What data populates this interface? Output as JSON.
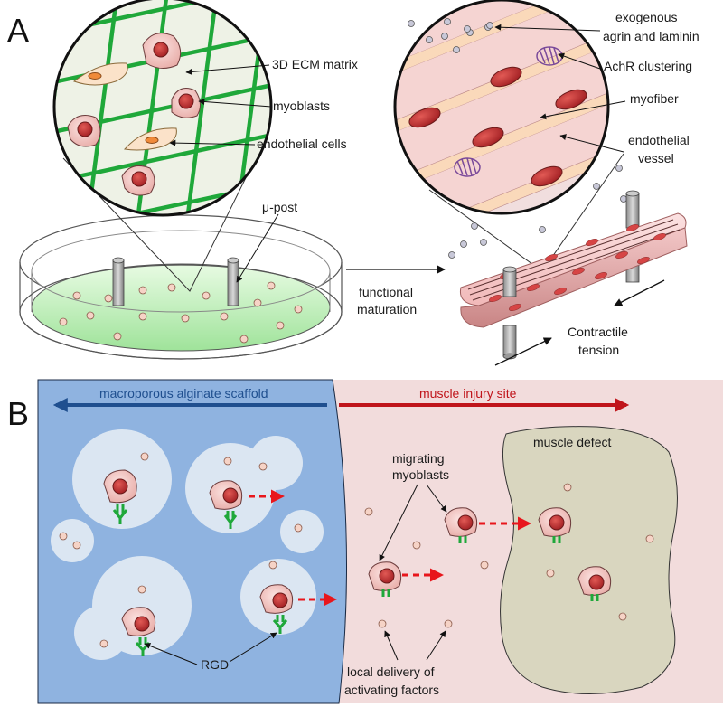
{
  "panel_a": {
    "letter": "A",
    "labels": {
      "ecm": "3D ECM matrix",
      "myoblasts": "myoblasts",
      "endothelial": "endothelial cells",
      "post": "μ-post",
      "agrin_1": "exogenous",
      "agrin_2": "agrin and laminin",
      "achr": "AchR clustering",
      "myofiber": "myofiber",
      "vessel_1": "endothelial",
      "vessel_2": "vessel",
      "maturation_1": "functional",
      "maturation_2": "maturation",
      "tension_1": "Contractile",
      "tension_2": "tension"
    }
  },
  "panel_b": {
    "letter": "B",
    "labels": {
      "scaffold": "macroporous alginate scaffold",
      "injury": "muscle injury site",
      "defect": "muscle defect",
      "migrating_1": "migrating",
      "migrating_2": "myoblasts",
      "rgd": "RGD",
      "delivery_1": "local delivery of",
      "delivery_2": "activating factors"
    }
  },
  "colors": {
    "ecm_green": "#1fa83a",
    "cell_pink": "#f2c4c0",
    "nucleus_red": "#c23a3a",
    "scaffold_blue": "#8fb3e0",
    "injury_pink": "#f2dcdc",
    "defect_tan": "#d9d6bf",
    "arrow_red": "#e8161c",
    "arrow_blue": "#1f4f8f"
  }
}
